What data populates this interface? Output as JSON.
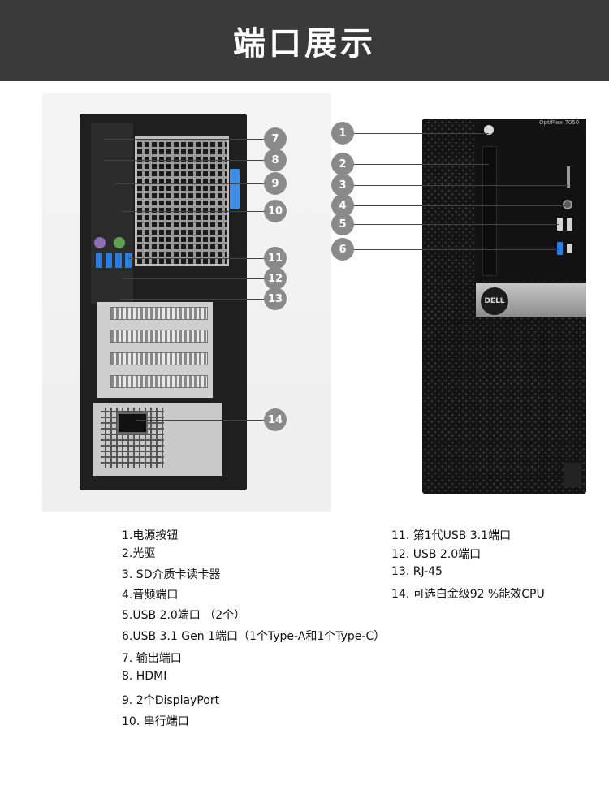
{
  "header": {
    "title": "端口展示"
  },
  "product": {
    "brand": "OptiPlex 7050",
    "logo_text": "DELL"
  },
  "callouts_back": [
    "7",
    "8",
    "9",
    "10",
    "11",
    "12",
    "13",
    "14"
  ],
  "callouts_front": [
    "1",
    "2",
    "3",
    "4",
    "5",
    "6"
  ],
  "legend_left": [
    "1.电源按钮",
    "2.光驱",
    "3. SD介质卡读卡器",
    "4.音频端口",
    "5.USB 2.0端口 （2个）",
    "6.USB 3.1 Gen 1端口（1个Type-A和1个Type-C）",
    "7. 输出端口",
    "8.  HDMI",
    "9.  2个DisplayPort",
    "10.  串行端口"
  ],
  "legend_right": [
    "11. 第1代USB 3.1端口",
    "12.  USB 2.0端口",
    "13.  RJ-45",
    "14.  可选白金级92 %能效CPU"
  ]
}
